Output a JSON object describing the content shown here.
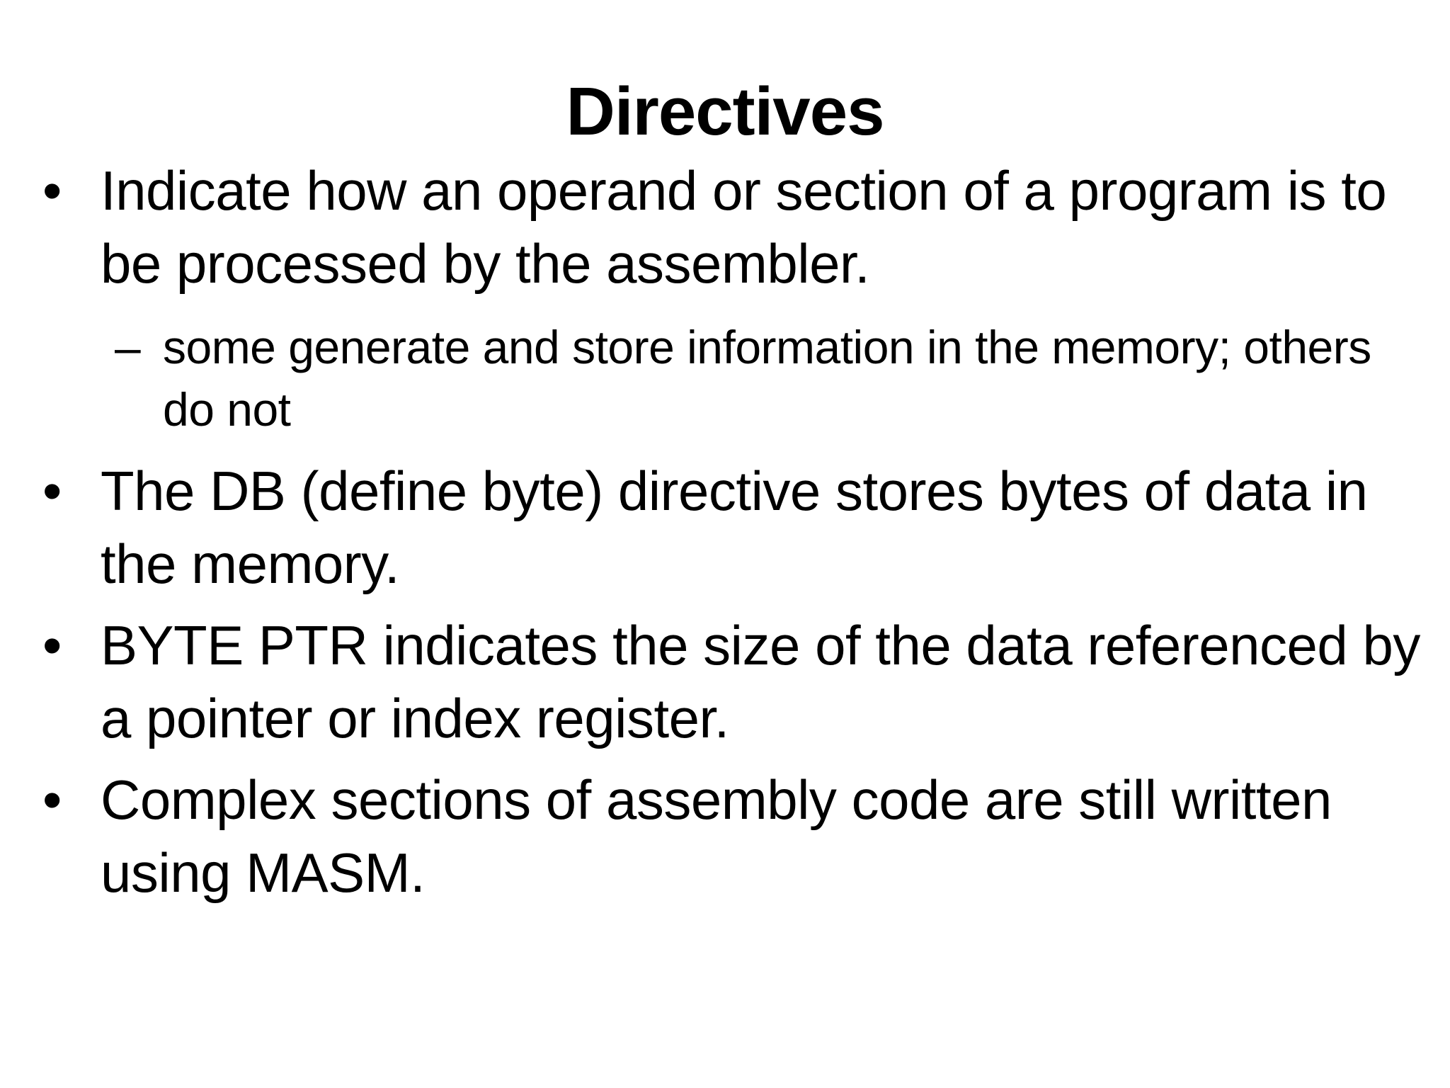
{
  "slide": {
    "title": "Directives",
    "bullet_marker": "•",
    "sub_marker": "–",
    "bullets": [
      {
        "text": "Indicate how an operand or section of a program is to be processed by the assembler.",
        "sub": "some generate and store information in the memory; others do not"
      },
      {
        "text": "The DB (define byte) directive stores bytes of data in the memory."
      },
      {
        "text": "BYTE PTR indicates the size of the data referenced by a pointer or index register."
      },
      {
        "text": "Complex sections of assembly code are still written using MASM."
      }
    ]
  }
}
